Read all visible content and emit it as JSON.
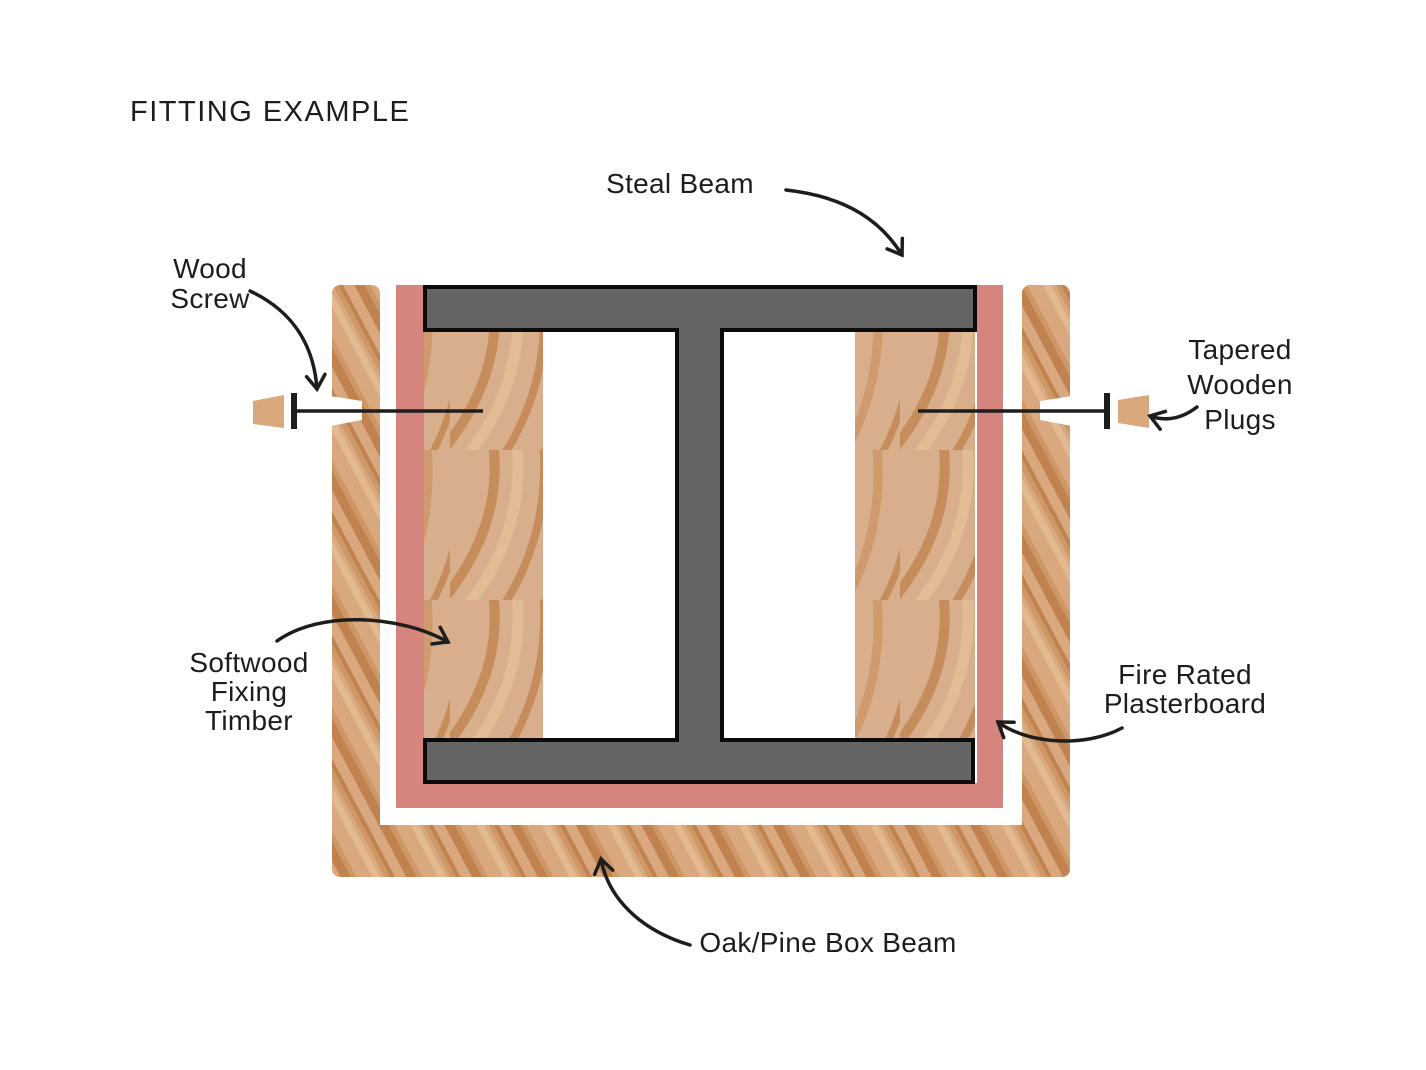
{
  "title": "FITTING EXAMPLE",
  "diagram": {
    "labels": {
      "steel_beam": {
        "lines": [
          "Steal Beam"
        ]
      },
      "wood_screw": {
        "lines": [
          "Wood",
          "Screw"
        ]
      },
      "tapered_plugs": {
        "lines": [
          "Tapered",
          "Wooden",
          "Plugs"
        ]
      },
      "softwood": {
        "lines": [
          "Softwood",
          "Fixing",
          "Timber"
        ]
      },
      "fire_rated": {
        "lines": [
          "Fire Rated",
          "Plasterboard"
        ]
      },
      "box_beam": {
        "lines": [
          "Oak/Pine Box Beam"
        ]
      }
    },
    "colors": {
      "text": "#1d1d1b",
      "steel": "#656565",
      "outline": "#0b0b0b",
      "plasterboard_pink": "#d5847e",
      "oak_base": "#d9a87e",
      "oak_grain_dark": "#c0824f",
      "oak_grain_mid": "#ce9766",
      "oak_grain_light": "#e3b98f",
      "softwood_base": "#d9ae8c",
      "softwood_grain_dark": "#c78c5b",
      "softwood_grain_mid": "#cf9a6e",
      "softwood_grain_light": "#e2bc95",
      "plug_tan": "#d9a87c"
    }
  }
}
